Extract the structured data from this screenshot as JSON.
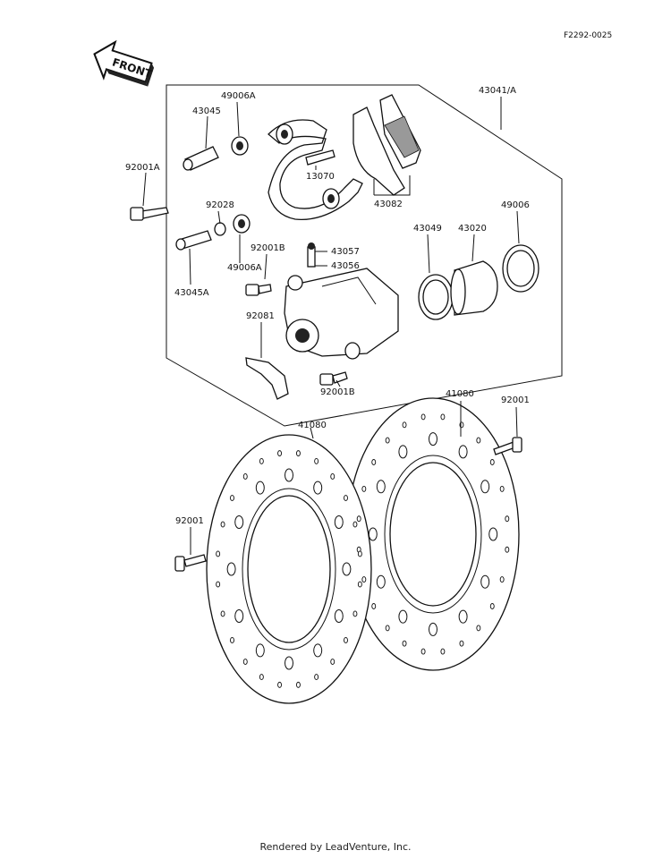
{
  "diagram_code": "F2292-0025",
  "front_label": "FRONT",
  "footer": "Rendered by LeadVenture, Inc.",
  "parts": {
    "p43041A": "43041/A",
    "p49006A_top": "49006A",
    "p43045": "43045",
    "p13070": "13070",
    "p92001A": "92001A",
    "p43082": "43082",
    "p92028": "92028",
    "p43057": "43057",
    "p43056": "43056",
    "p92001B_top": "92001B",
    "p43049": "43049",
    "p43020": "43020",
    "p49006": "49006",
    "p49006A_bottom": "49006A",
    "p43045A": "43045A",
    "p92081": "92081",
    "p92001B_bottom": "92001B",
    "p41080_right": "41080",
    "p41080_left": "41080",
    "p92001_right": "92001",
    "p92001_left": "92001"
  }
}
